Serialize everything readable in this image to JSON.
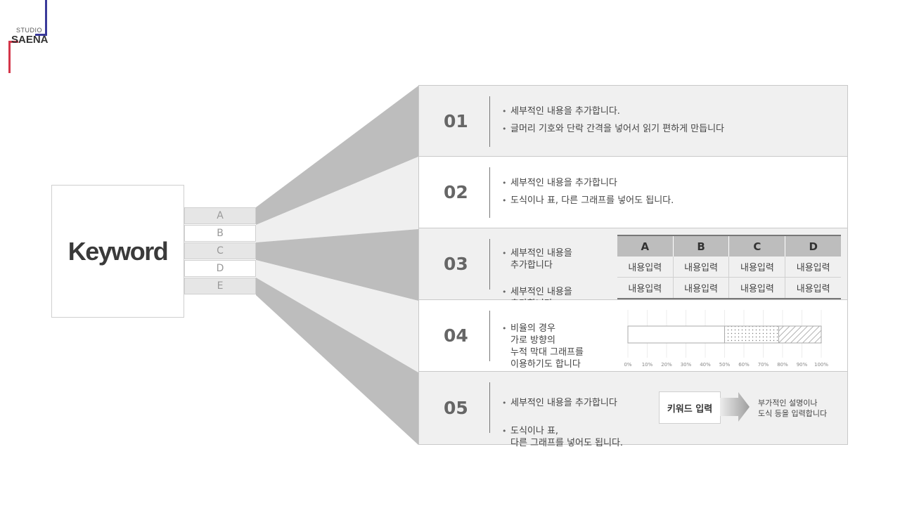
{
  "logo": {
    "small": "STUDIO",
    "large": "SAENA"
  },
  "keyword": "Keyword",
  "letters": [
    "A",
    "B",
    "C",
    "D",
    "E"
  ],
  "rows": [
    {
      "num": "01",
      "bullets": [
        "세부적인 내용을 추가합니다.",
        "글머리 기호와 단락 간격을 넣어서 읽기 편하게 만듭니다"
      ]
    },
    {
      "num": "02",
      "bullets": [
        "세부적인 내용을 추가합니다",
        "도식이나 표, 다른 그래프를 넣어도 됩니다."
      ]
    },
    {
      "num": "03",
      "bullets": [
        "세부적인 내용을\n추가합니다",
        "세부적인 내용을\n추가합니다"
      ]
    },
    {
      "num": "04",
      "bullets": [
        "비율의 경우\n가로 방향의\n누적 막대 그래프를\n이용하기도 합니다"
      ]
    },
    {
      "num": "05",
      "bullets": [
        "세부적인 내용을 추가합니다",
        "도식이나 표,\n다른 그래프를 넣어도 됩니다."
      ]
    }
  ],
  "table": {
    "headers": [
      "A",
      "B",
      "C",
      "D"
    ],
    "rows": [
      [
        "내용입력",
        "내용입력",
        "내용입력",
        "내용입력"
      ],
      [
        "내용입력",
        "내용입력",
        "내용입력",
        "내용입력"
      ]
    ]
  },
  "chart_data": {
    "type": "bar",
    "orientation": "horizontal-stacked",
    "series": [
      {
        "pattern": "white",
        "value": 50
      },
      {
        "pattern": "dotted",
        "value": 28
      },
      {
        "pattern": "hatched",
        "value": 22
      }
    ],
    "xlim": [
      0,
      100
    ],
    "tick_labels": [
      "0%",
      "10%",
      "20%",
      "30%",
      "40%",
      "50%",
      "60%",
      "70%",
      "80%",
      "90%",
      "100%"
    ]
  },
  "flow": {
    "input_label": "키워드 입력",
    "note": "부가적인 설명이나\n도식 등을 입력합니다"
  },
  "colors": {
    "row_alt": "#f0f0f0",
    "row_white": "#ffffff",
    "funnel_dark": "#bdbdbd",
    "funnel_light": "#efefef"
  }
}
